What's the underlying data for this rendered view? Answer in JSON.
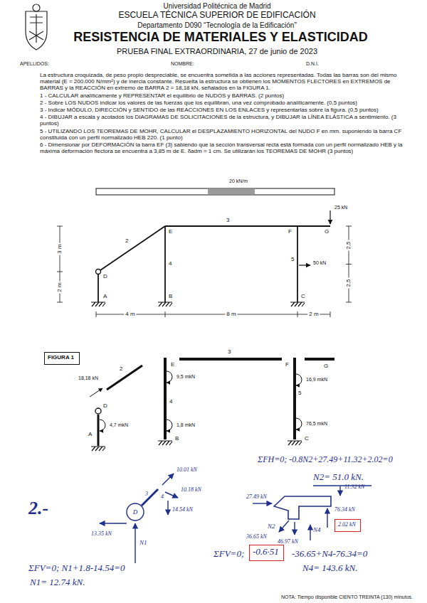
{
  "diagram": {
    "nodes": [
      {
        "text": [
          "FIGURA 1"
        ]
      },
      {
        "text": [
          "2.02 kN"
        ]
      },
      {
        "text": [
          "-0.6·51"
        ]
      }
    ],
    "labels": [
      "Universidad Politécnica de Madrid",
      "ESCUELA TÉCNICA SUPERIOR DE EDIFICACIÓN",
      "Departamento D090 “Tecnología de la Edificación”",
      "RESISTENCIA DE MATERIALES Y ELASTICIDAD",
      "PRUEBA FINAL EXTRAORDINARIA, 27 de junio de 2023",
      "APELLIDOS:",
      "NOMBRE:",
      "D.N.I.",
      "La estructura croquizada, de peso propio despreciable, se encuentra sometida a las acciones representadas. Todas las barras son del mismo material (E = 200.000 N/mm²) y de inercia constante. Resuelta la estructura se obtienen los MOMENTOS FLECTORES en EXTREMOS de BARRAS y la REACCIÓN en extremo de BARRA 2 = 18,18 kN, señalados en la FIGURA 1.",
      "1 - CALCULAR analíticamente y REPRESENTAR el equilibrio de NUDOS y BARRAS. (2 puntos)",
      "2 - Sobre LOS NUDOS indicar los valores de las fuerzas que los equilibran, una vez comprobado analíticamente. (0,5 puntos)",
      "3 - Indicar MÓDULO, DIRECCIÓN y SENTIDO de las REACCIONES EN LOS ENLACES y representarlas sobre la figura. (0,5 puntos)",
      "4 - DIBUJAR a escala y acotados los DIAGRAMAS DE SOLICITACIONES de la estructura, y DIBUJAR la LÍNEA ELÁSTICA a sentimiento. (3 puntos)",
      "5 - UTILIZANDO LOS TEOREMAS DE MOHR, CALCULAR el DESPLAZAMIENTO HORIZONTAL del NUDO F en mm. suponiendo la barra CF constituida con un perfil normalizado HEB 220. (1 punto)",
      "6 - Dimensionar por DEFORMACIÓN la barra EF (3) sabiendo que la sección transversal recta está formada con un perfil normalizado HEB y la máxima deformación flectora se encuentra a 3,85 m de E. δadm = 1 cm. Se utilizarán los TEOREMAS DE MOHR (3 puntos)",
      "20 kN/m",
      "25 kN",
      "50 kN",
      "3 m",
      "2 m",
      "4 m",
      "8 m",
      "2 m",
      "2,5",
      "2,5",
      "A",
      "B",
      "C",
      "D",
      "E",
      "F",
      "G",
      "2",
      "3",
      "4",
      "5",
      "E",
      "F",
      "G",
      "D",
      "A",
      "B",
      "C",
      "2",
      "3",
      "4",
      "5",
      "18,18 kN",
      "9,5 mkN",
      "1,8 mkN",
      "4,7 mkN",
      "16,9 mkN",
      "76,5 mkN",
      "2.-",
      "10.01 kN",
      "10.18 kN",
      "14.54 kN",
      "3",
      "4",
      "D",
      "13.35 kN",
      "N1",
      "ΣFV=0; N1+1.8-14.54=0",
      "N1= 12.74 kN.",
      "ΣFH=0; -0.8N2+27.49+11.32+2.02=0",
      "N2= 51.0 kN.",
      "27.49 kN",
      "11.32 kN",
      "76.34 kN",
      "46.97 kN",
      "36.65 kN",
      "N2",
      "N4",
      "ΣFV=0;",
      "-36.65+N4-76.34=0",
      "N4= 143.6 kN.",
      "NOTA: Tiempo disponible CIENTO TREINTA (130) minutos."
    ]
  }
}
